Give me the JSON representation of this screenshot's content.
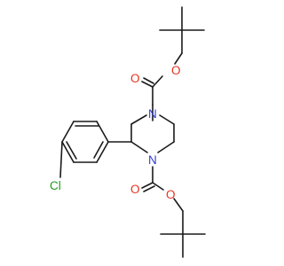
{
  "structure": {
    "atoms": {
      "o_top_carbonyl": "O",
      "o_top_ester": "O",
      "n_top": "N",
      "n_bottom": "N",
      "o_bottom_carbonyl": "O",
      "o_bottom_ester": "O",
      "cl": "Cl"
    },
    "colors": {
      "bond": "#1a1a1a",
      "oxygen": "#e8321c",
      "nitrogen": "#2e3cd6",
      "chlorine": "#1f9a1f",
      "background": "#ffffff"
    }
  }
}
